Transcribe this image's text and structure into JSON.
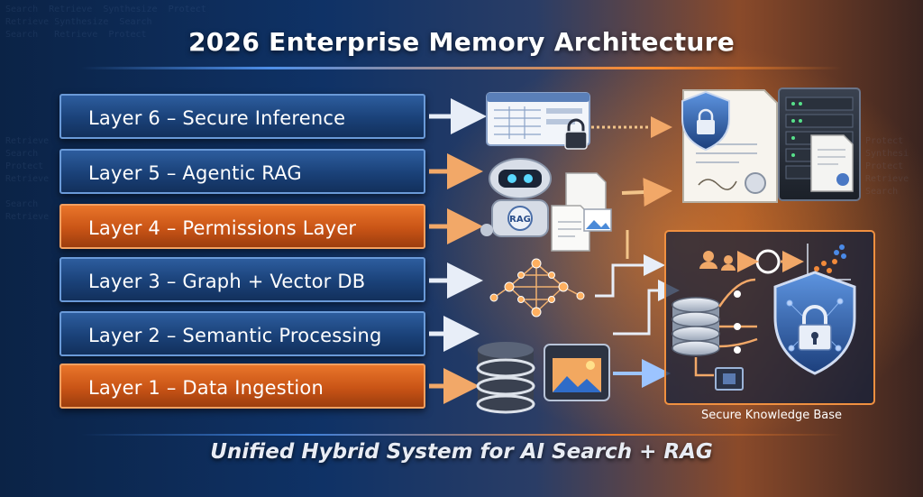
{
  "title": "2026 Enterprise Memory Architecture",
  "layers": [
    {
      "label": "Layer 6 – Secure Inference",
      "color": "blue"
    },
    {
      "label": "Layer 5 – Agentic RAG",
      "color": "blue"
    },
    {
      "label": "Layer 4 – Permissions Layer",
      "color": "orange"
    },
    {
      "label": "Layer 3 – Graph + Vector DB",
      "color": "blue"
    },
    {
      "label": "Layer 2 – Semantic Processing",
      "color": "blue"
    },
    {
      "label": "Layer 1 – Data Ingestion",
      "color": "orange"
    }
  ],
  "robot_badge": "RAG",
  "knowledge_base_label": "Secure Knowledge Base",
  "subtitle": "Unified Hybrid System for AI Search + RAG",
  "colors": {
    "blue_accent": "#2d5d9e",
    "orange_accent": "#e9752a",
    "arrow": "#f0a060",
    "shield": "#3a6fc4"
  },
  "icons": [
    "table-window-icon",
    "padlock-icon",
    "robot-icon",
    "document-icon",
    "certificate-icon",
    "server-rack-icon",
    "shield-icon",
    "graph-network-icon",
    "database-icon",
    "image-card-icon",
    "chip-icon",
    "scatter-chart-icon",
    "user-icon",
    "cycle-icon"
  ]
}
